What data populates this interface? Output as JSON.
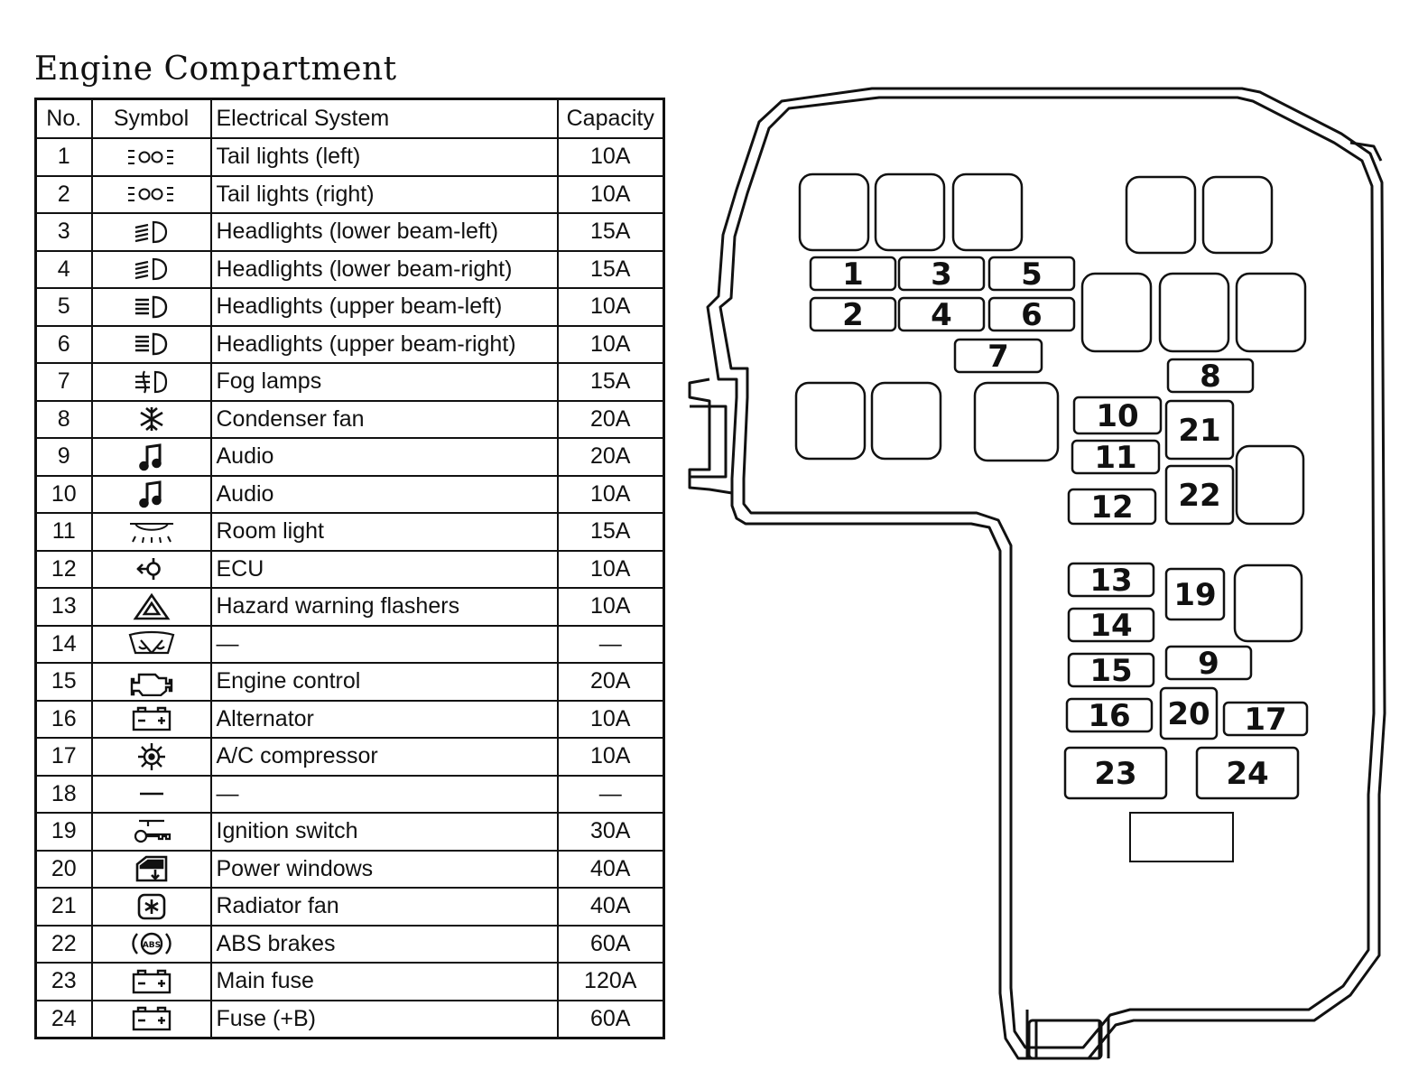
{
  "title": "Engine Compartment",
  "headers": {
    "no": "No.",
    "symbol": "Symbol",
    "system": "Electrical System",
    "capacity": "Capacity"
  },
  "rows": [
    {
      "no": "1",
      "icon": "tail-light-icon",
      "system": "Tail lights (left)",
      "capacity": "10A"
    },
    {
      "no": "2",
      "icon": "tail-light-icon",
      "system": "Tail lights (right)",
      "capacity": "10A"
    },
    {
      "no": "3",
      "icon": "low-beam-icon",
      "system": "Headlights (lower beam-left)",
      "capacity": "15A"
    },
    {
      "no": "4",
      "icon": "low-beam-icon",
      "system": "Headlights (lower beam-right)",
      "capacity": "15A"
    },
    {
      "no": "5",
      "icon": "high-beam-icon",
      "system": "Headlights (upper beam-left)",
      "capacity": "10A"
    },
    {
      "no": "6",
      "icon": "high-beam-icon",
      "system": "Headlights (upper beam-right)",
      "capacity": "10A"
    },
    {
      "no": "7",
      "icon": "fog-lamp-icon",
      "system": "Fog lamps",
      "capacity": "15A"
    },
    {
      "no": "8",
      "icon": "condenser-fan-icon",
      "system": "Condenser fan",
      "capacity": "20A"
    },
    {
      "no": "9",
      "icon": "audio-icon",
      "system": "Audio",
      "capacity": "20A"
    },
    {
      "no": "10",
      "icon": "audio-icon",
      "system": "Audio",
      "capacity": "10A"
    },
    {
      "no": "11",
      "icon": "room-light-icon",
      "system": "Room light",
      "capacity": "15A"
    },
    {
      "no": "12",
      "icon": "ecu-icon",
      "system": "ECU",
      "capacity": "10A"
    },
    {
      "no": "13",
      "icon": "hazard-icon",
      "system": "Hazard warning flashers",
      "capacity": "10A"
    },
    {
      "no": "14",
      "icon": "wiper-icon",
      "system": "—",
      "capacity": "—"
    },
    {
      "no": "15",
      "icon": "engine-icon",
      "system": "Engine control",
      "capacity": "20A"
    },
    {
      "no": "16",
      "icon": "battery-icon",
      "system": "Alternator",
      "capacity": "10A"
    },
    {
      "no": "17",
      "icon": "ac-compressor-icon",
      "system": "A/C compressor",
      "capacity": "10A"
    },
    {
      "no": "18",
      "icon": "dash-icon",
      "system": "—",
      "capacity": "—"
    },
    {
      "no": "19",
      "icon": "ignition-key-icon",
      "system": "Ignition switch",
      "capacity": "30A"
    },
    {
      "no": "20",
      "icon": "power-window-icon",
      "system": "Power windows",
      "capacity": "40A"
    },
    {
      "no": "21",
      "icon": "radiator-fan-icon",
      "system": "Radiator fan",
      "capacity": "40A"
    },
    {
      "no": "22",
      "icon": "abs-icon",
      "system": "ABS brakes",
      "capacity": "60A"
    },
    {
      "no": "23",
      "icon": "battery-icon",
      "system": "Main fuse",
      "capacity": "120A"
    },
    {
      "no": "24",
      "icon": "battery-icon",
      "system": "Fuse (+B)",
      "capacity": "60A"
    }
  ],
  "icon_abs_text": "ABS",
  "diagram_labels": [
    "1",
    "2",
    "3",
    "4",
    "5",
    "6",
    "7",
    "8",
    "9",
    "10",
    "11",
    "12",
    "13",
    "14",
    "15",
    "16",
    "17",
    "19",
    "20",
    "21",
    "22",
    "23",
    "24"
  ]
}
